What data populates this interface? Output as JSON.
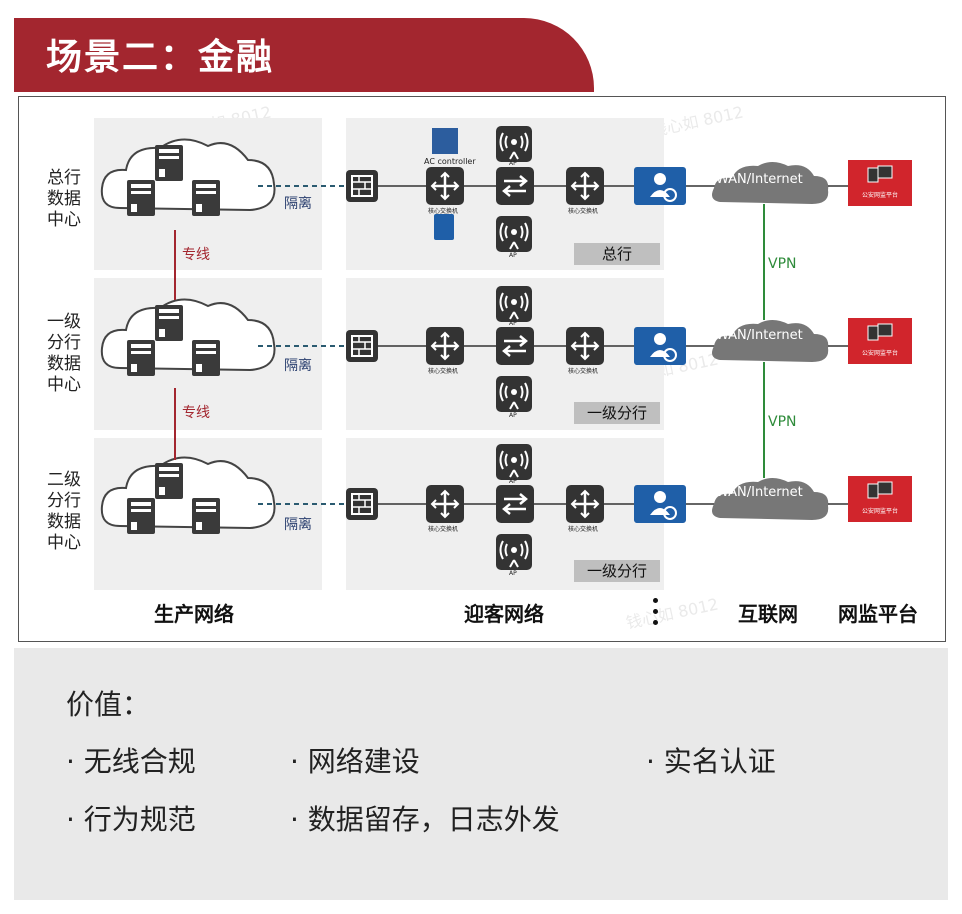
{
  "title": "场景二：金融",
  "rows": [
    {
      "site": [
        "总行",
        "数据",
        "中心"
      ],
      "link": "专线",
      "isolation": "隔离",
      "tag": "总行"
    },
    {
      "site": [
        "一级",
        "分行",
        "数据",
        "中心"
      ],
      "link": "专线",
      "isolation": "隔离",
      "tag": "一级分行"
    },
    {
      "site": [
        "二级",
        "分行",
        "数据",
        "中心"
      ],
      "link": "",
      "isolation": "隔离",
      "tag": "一级分行"
    }
  ],
  "core_switch_label": "核心交换机",
  "ap_label": "AP",
  "ac_label": "AC controller",
  "internet_label": "WAN/Internet",
  "vpn_label": "VPN",
  "platform_label": "公安网监平台",
  "sections": {
    "production": "生产网络",
    "guest": "迎客网络",
    "internet": "互联网",
    "supervision": "网监平台"
  },
  "value": {
    "title": "价值：",
    "items": [
      "· 无线合规",
      "· 网络建设",
      "· 实名认证",
      "· 行为规范",
      "· 数据留存，日志外发"
    ]
  },
  "watermark": "钱心如 8012",
  "colors": {
    "accent": "#a3262f",
    "switch": "#333333",
    "firewall": "#1f5fa8",
    "vpn": "#2e8b3a",
    "isolation_line": "#2a5a70"
  }
}
